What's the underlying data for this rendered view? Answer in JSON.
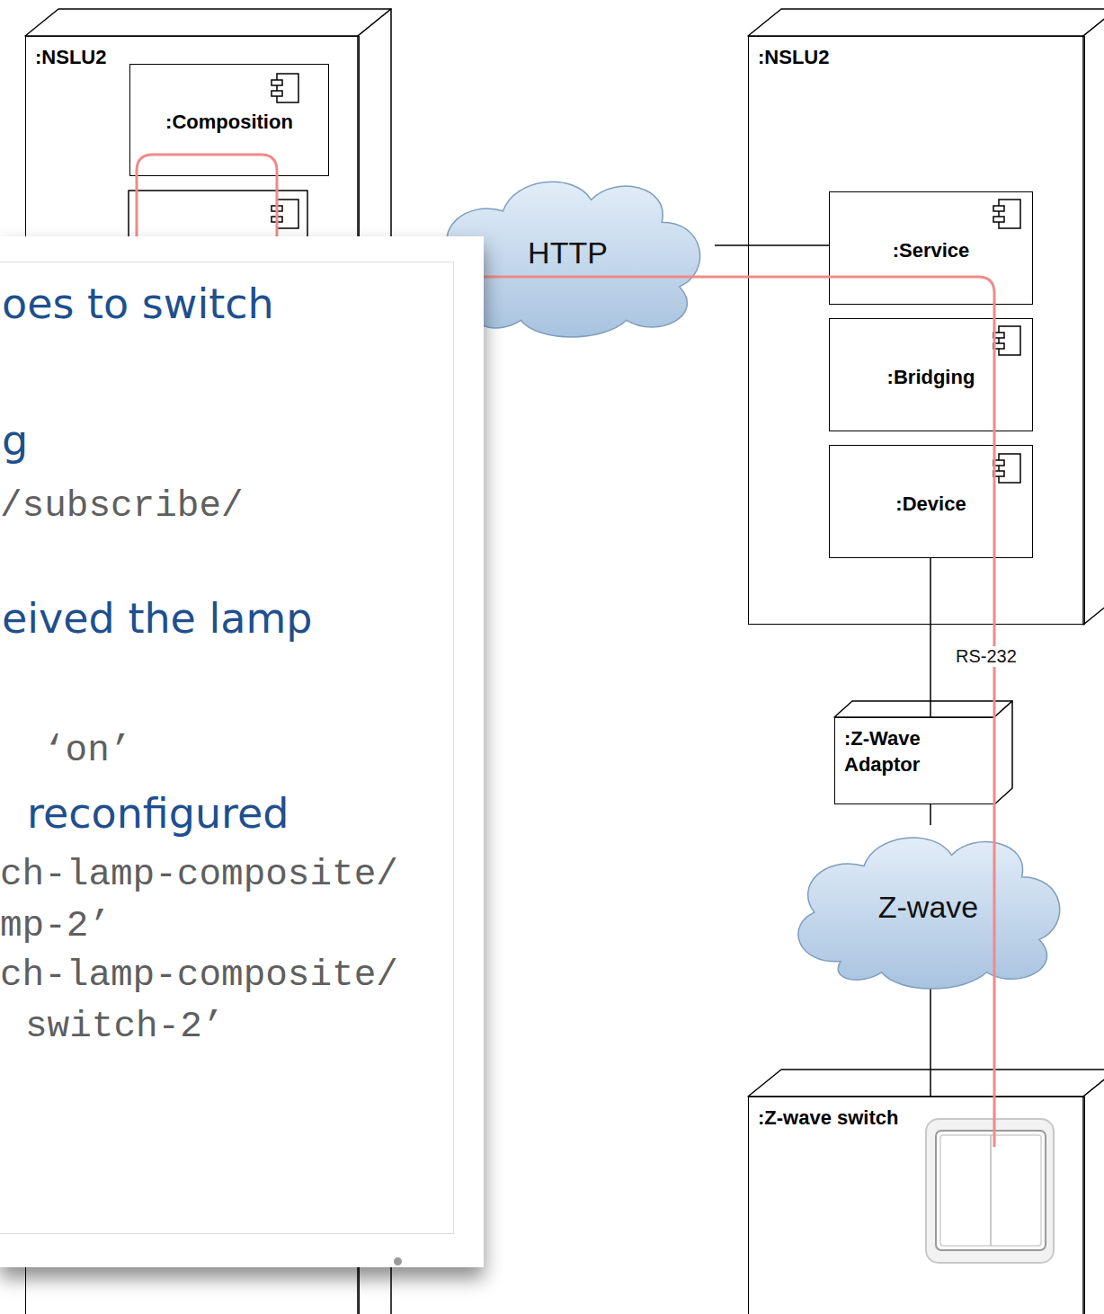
{
  "diagram": {
    "nodes": [
      {
        "text": [
          ":NSLU2"
        ]
      },
      {
        "text": [
          ":Composition"
        ],
        "in": 0
      },
      {
        "text": [
          "HTTP"
        ]
      },
      {
        "text": [
          "oes to switch",
          "g",
          "/subscribe/",
          "eived the lamp",
          "‘on’",
          "reconfigured",
          "ch-lamp-composite/",
          "mp-2’",
          "ch-lamp-composite/",
          "switch-2’"
        ]
      },
      {
        "text": [
          ":NSLU2"
        ]
      },
      {
        "text": [
          ":Service"
        ],
        "in": 4
      },
      {
        "text": [
          ":Bridging"
        ],
        "in": 4
      },
      {
        "text": [
          ":Device"
        ],
        "in": 4
      },
      {
        "text": [
          ":Z-Wave Adaptor"
        ]
      },
      {
        "text": [
          "Z-wave"
        ]
      },
      {
        "text": [
          ":Z-wave switch"
        ]
      }
    ],
    "edges": [
      {
        "from": 2,
        "to": 5,
        "arrow": "none"
      },
      {
        "from": 7,
        "to": 8,
        "label": "RS-232",
        "arrow": "none"
      },
      {
        "from": 8,
        "to": 9,
        "arrow": "none"
      },
      {
        "from": 9,
        "to": 10,
        "arrow": "none"
      }
    ]
  }
}
